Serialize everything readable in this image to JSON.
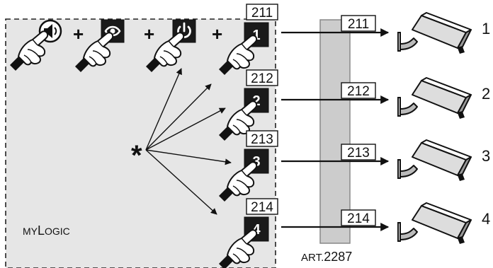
{
  "panel": {
    "name_prefix": "MY",
    "name_suffix": "LOGIC",
    "star_symbol": "*",
    "plus_symbol": "+"
  },
  "module": {
    "label_prefix": "ART.",
    "label_number": "2287"
  },
  "buttons": [
    {
      "number": "1",
      "code": "211"
    },
    {
      "number": "2",
      "code": "212"
    },
    {
      "number": "3",
      "code": "213"
    },
    {
      "number": "4",
      "code": "214"
    }
  ],
  "outputs": [
    {
      "code": "211",
      "camera_number": "1"
    },
    {
      "code": "212",
      "camera_number": "2"
    },
    {
      "code": "213",
      "camera_number": "3"
    },
    {
      "code": "214",
      "camera_number": "4"
    }
  ],
  "sequence_icons": [
    "speaker-icon",
    "eye-icon",
    "power-icon"
  ],
  "colors": {
    "panel_fill": "#e6e6e6",
    "module_fill": "#cccccc",
    "key_fill": "#1a1a1a",
    "ink": "#111111"
  }
}
